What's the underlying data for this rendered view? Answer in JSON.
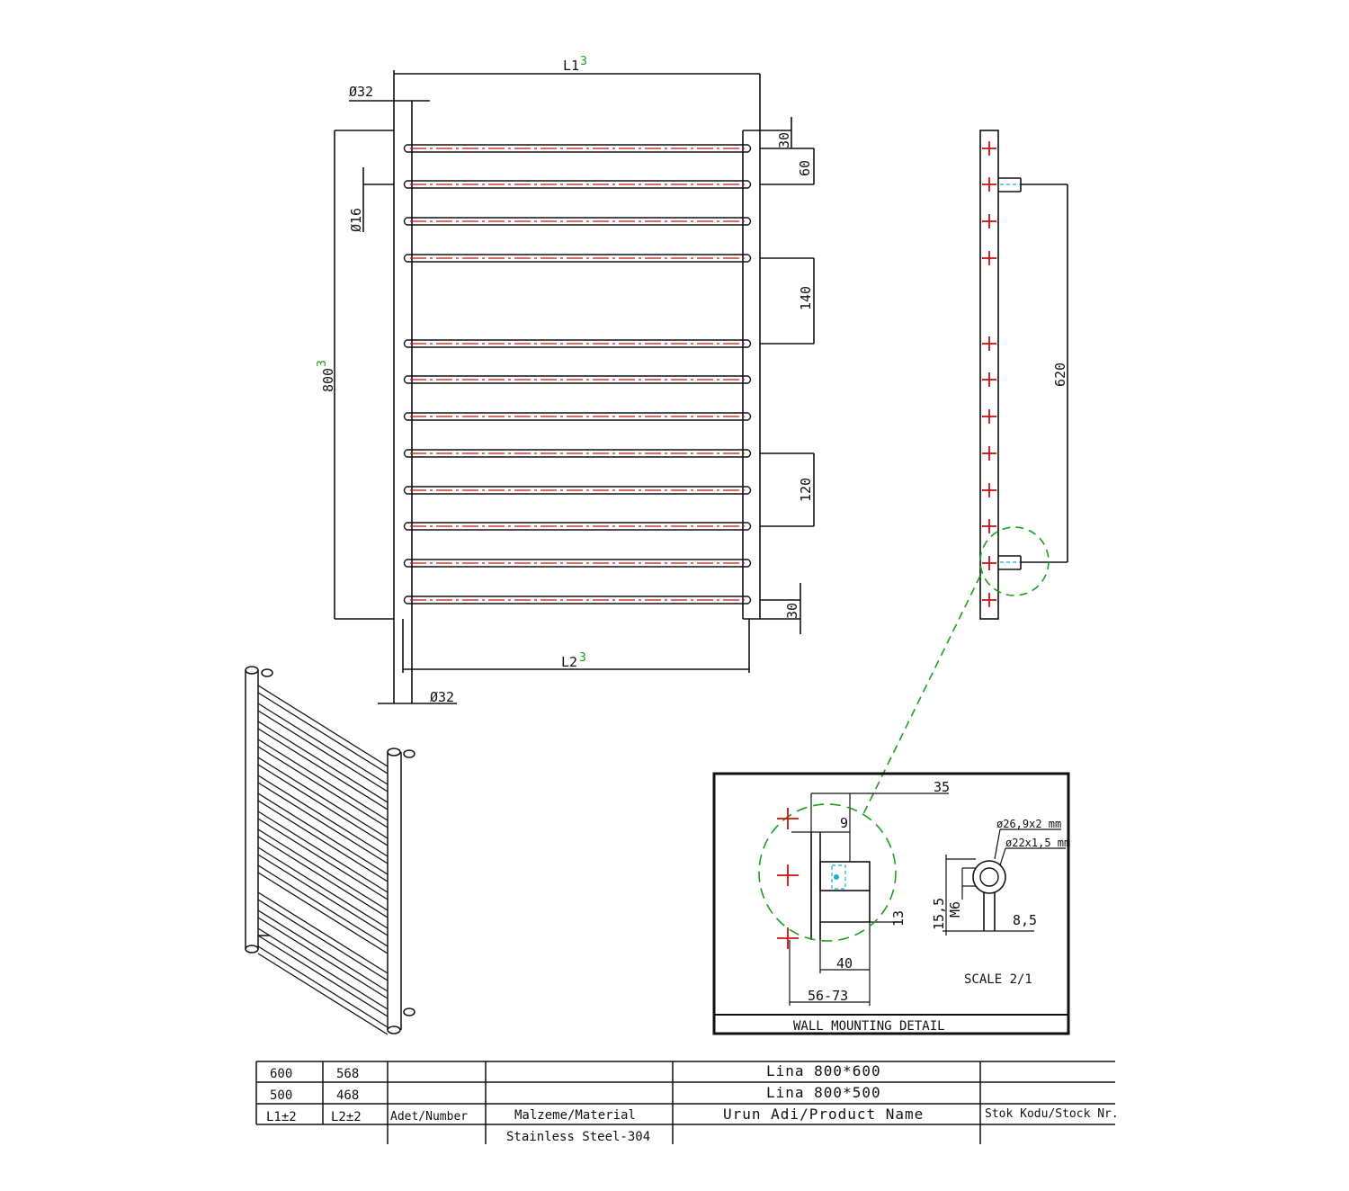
{
  "front_view": {
    "width_label": "L1",
    "width_tol": "3",
    "bottom_width_label": "L2",
    "bottom_width_tol": "3",
    "height_label": "800",
    "height_tol": "3",
    "top_pipe_dia": "Ø32",
    "bottom_pipe_dia": "Ø32",
    "bar_dia": "Ø16",
    "top_offset": "30",
    "bar_pitch_top": "60",
    "gap_large": "140",
    "gap_lower": "120",
    "bottom_offset": "30"
  },
  "side_view": {
    "mount_distance": "620"
  },
  "detail": {
    "title": "WALL MOUNTING DETAIL",
    "scale": "SCALE 2/1",
    "dim_35": "35",
    "dim_9": "9",
    "dim_13": "13",
    "dim_40": "40",
    "dim_56_73": "56-73",
    "dim_15_5": "15,5",
    "dim_m6": "M6",
    "dim_8_5": "8,5",
    "pipe_outer": "ø26,9x2 mm",
    "pipe_inner": "ø22x1,5 mm"
  },
  "title_block": {
    "row1": {
      "l1": "600",
      "l2": "568",
      "product": "Lina  800*600"
    },
    "row2": {
      "l1": "500",
      "l2": "468",
      "product": "Lina  800*500"
    },
    "headers": {
      "l1": "L1±2",
      "l2": "L2±2",
      "number": "Adet/Number",
      "material": "Malzeme/Material",
      "product": "Urun  Adi/Product  Name",
      "stock": "Stok  Kodu/Stock  Nr."
    },
    "material_value": "Stainless  Steel-304"
  },
  "colors": {
    "line": "#111111",
    "center_line": "#cc1111",
    "detail_circle": "#1aa01a",
    "hidden": "#1ab0d0"
  }
}
